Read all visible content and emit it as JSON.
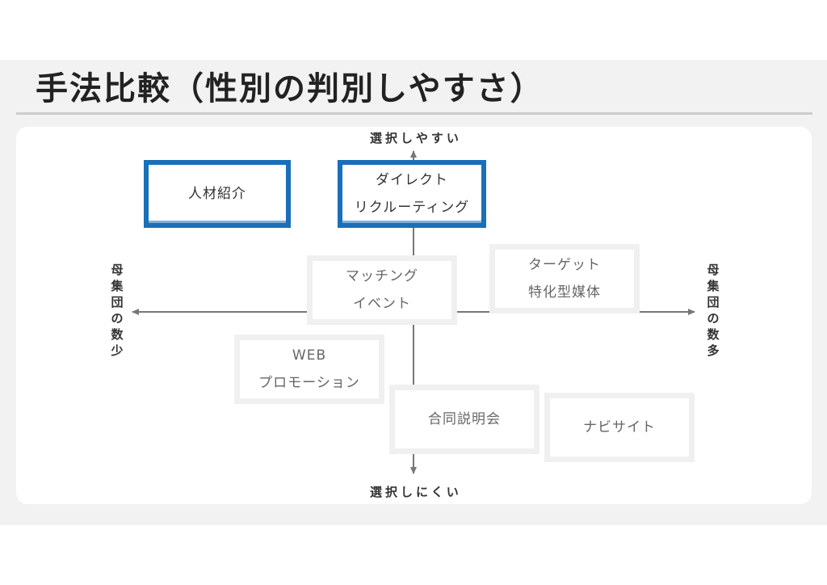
{
  "title": "手法比較（性別の判別しやすさ）",
  "axes": {
    "top": "選択しやすい",
    "bottom": "選択しにくい",
    "left": "母集団の数少",
    "right": "母集団の数多"
  },
  "methods": [
    {
      "id": "jinzai",
      "lines": [
        "人材紹介"
      ],
      "highlighted": true
    },
    {
      "id": "direct",
      "lines": [
        "ダイレクト",
        "リクルーティング"
      ],
      "highlighted": true
    },
    {
      "id": "matching",
      "lines": [
        "マッチング",
        "イベント"
      ],
      "highlighted": false
    },
    {
      "id": "target",
      "lines": [
        "ターゲット",
        "特化型媒体"
      ],
      "highlighted": false
    },
    {
      "id": "web",
      "lines": [
        "WEB",
        "プロモーション"
      ],
      "highlighted": false
    },
    {
      "id": "goudou",
      "lines": [
        "合同説明会"
      ],
      "highlighted": false
    },
    {
      "id": "navi",
      "lines": [
        "ナビサイト"
      ],
      "highlighted": false
    }
  ],
  "colors": {
    "highlight": "#1a6fb8",
    "box_border": "#f0f0f0",
    "axis": "#777777"
  }
}
